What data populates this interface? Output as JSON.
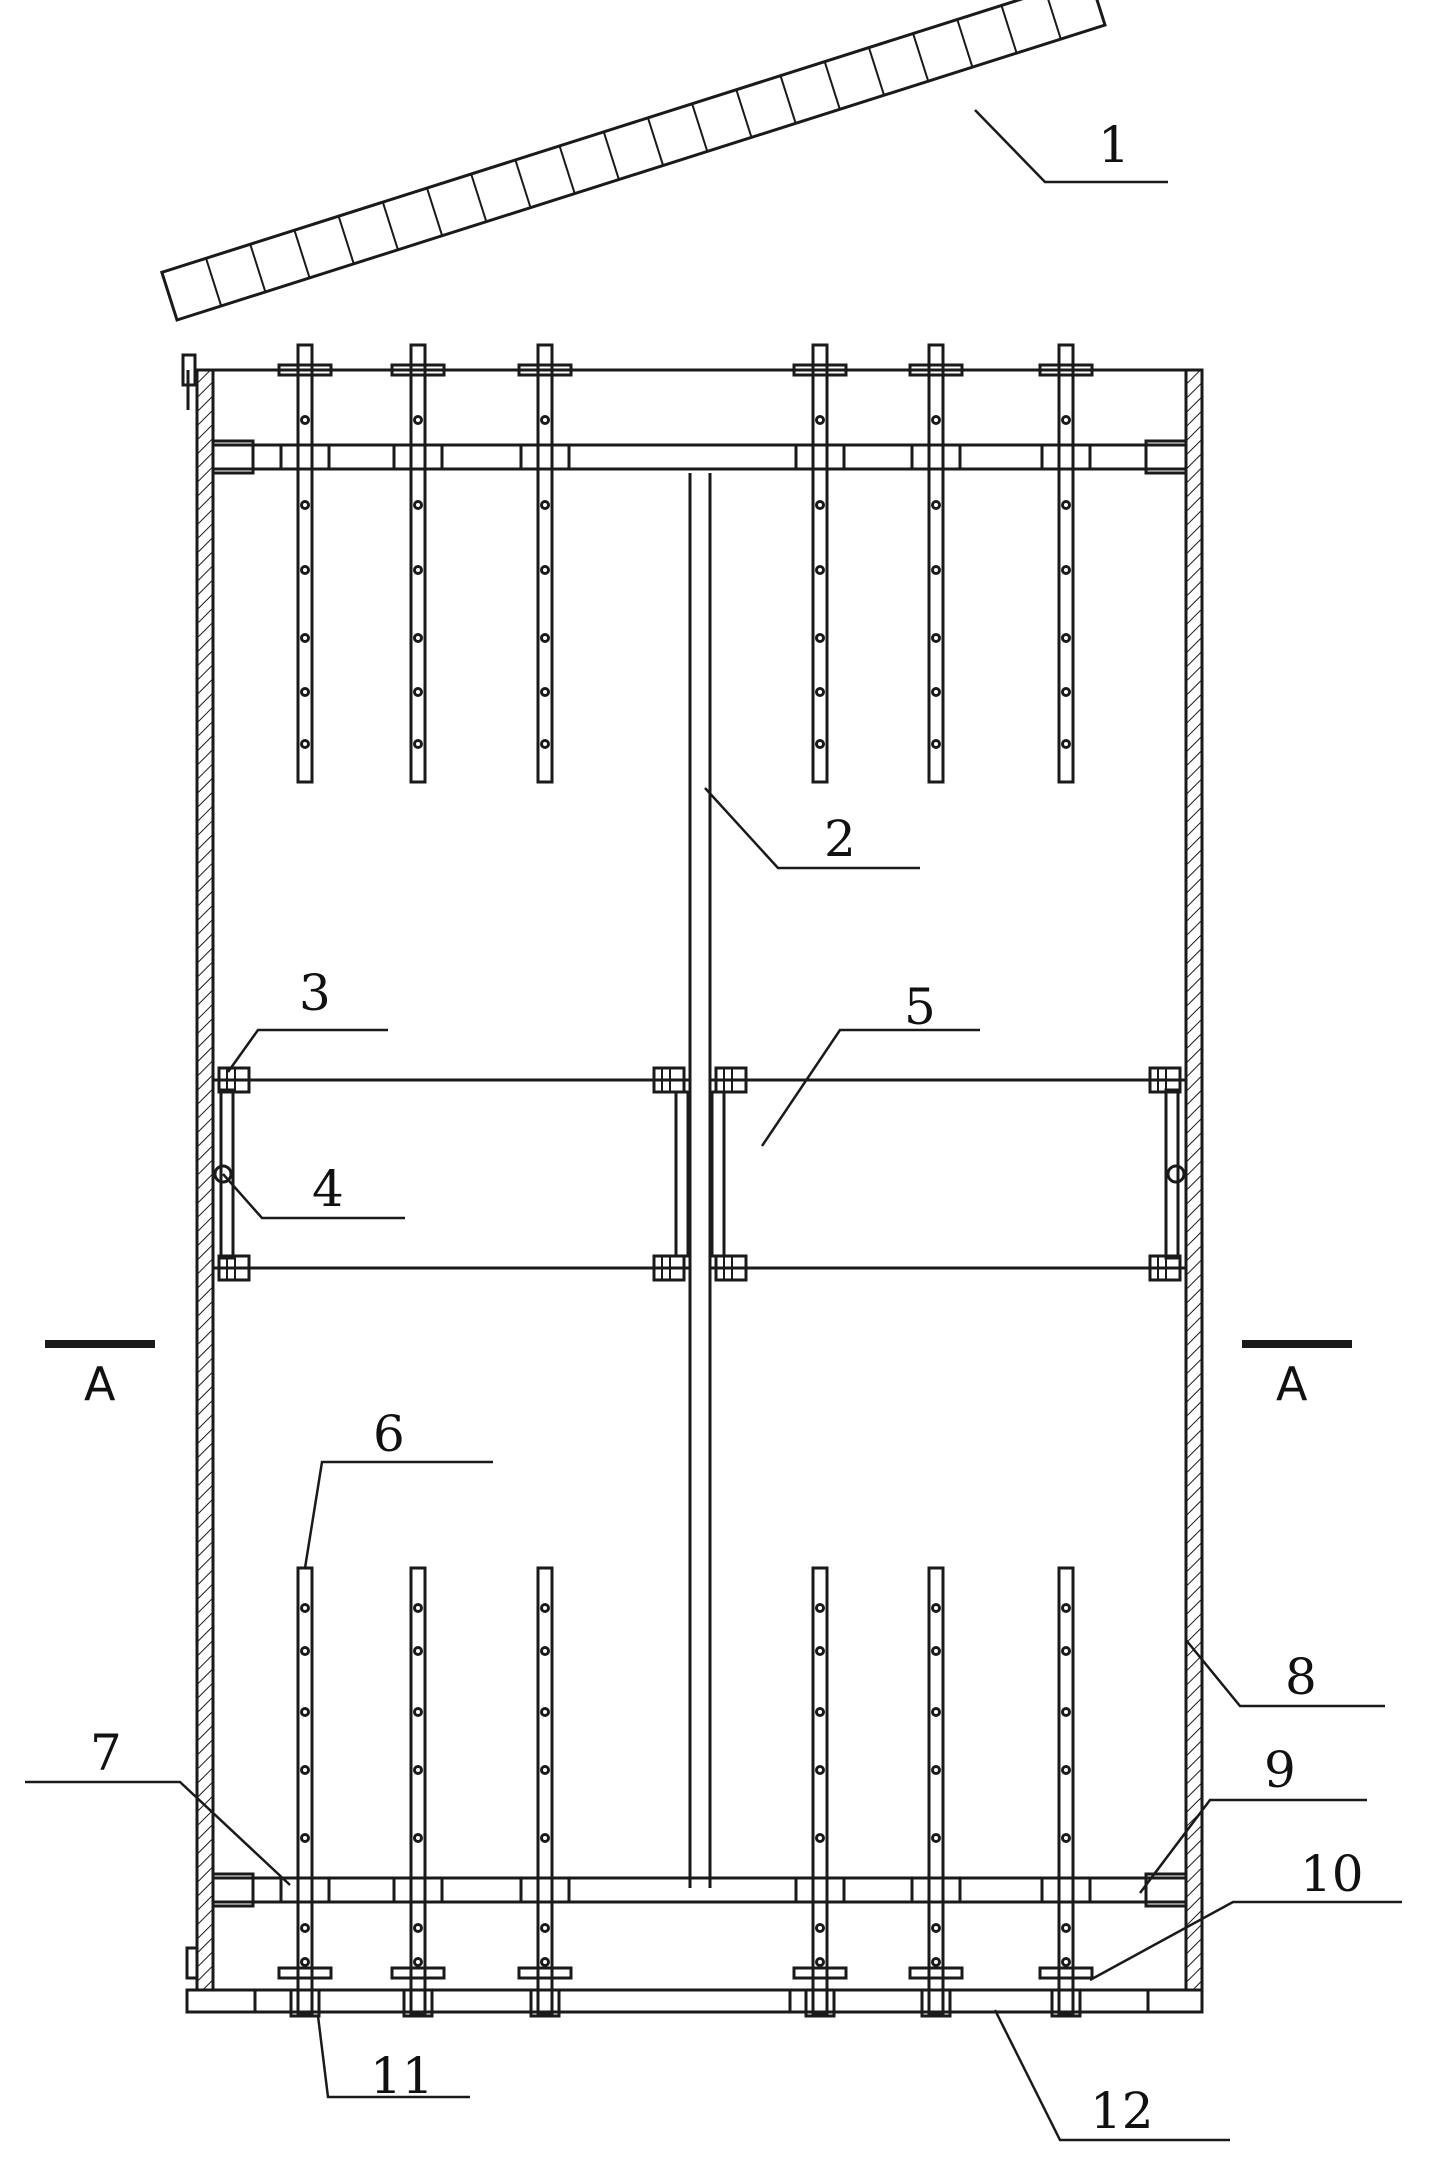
{
  "figure": {
    "line_color": "#1a1a1a",
    "background": "#ffffff"
  },
  "labels": {
    "l1": "1",
    "l2": "2",
    "l3": "3",
    "l4": "4",
    "l5": "5",
    "l6": "6",
    "l7": "7",
    "l8": "8",
    "l9": "9",
    "l10": "10",
    "l11": "11",
    "l12": "12"
  },
  "section": {
    "left": "A",
    "right": "A"
  }
}
